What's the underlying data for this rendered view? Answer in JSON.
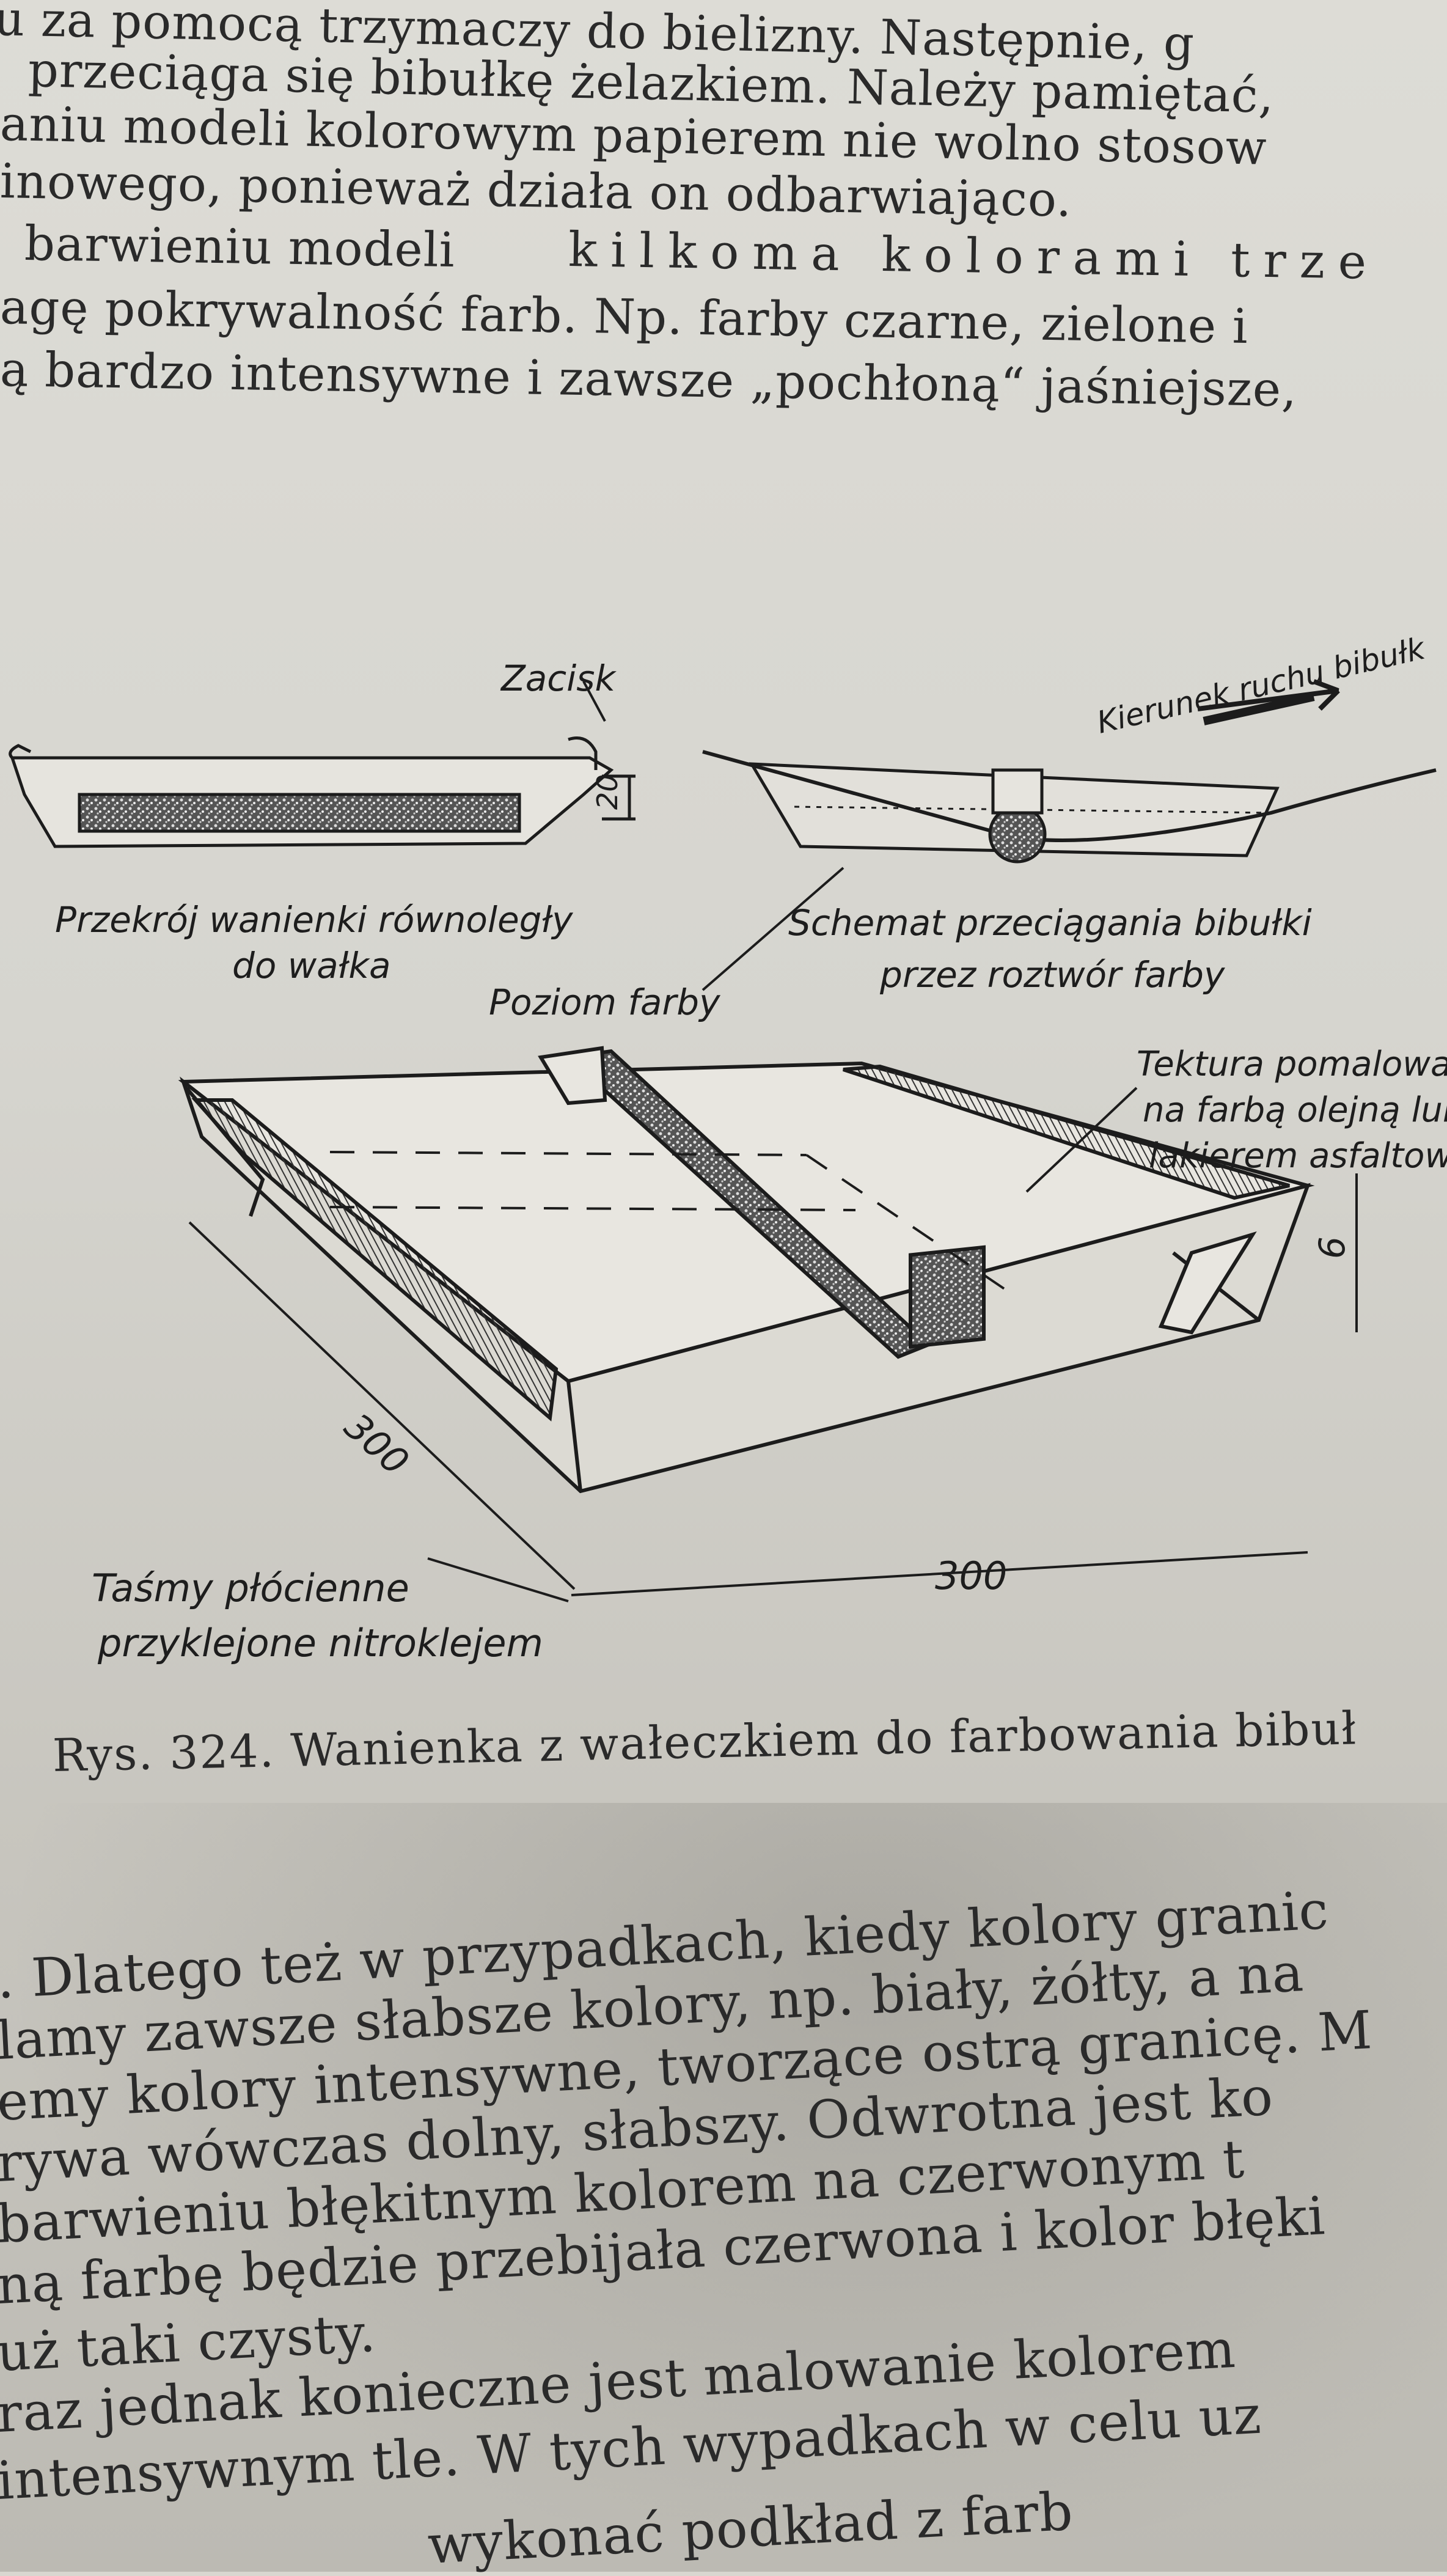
{
  "top_text": [
    "u za pomocą  trzymaczy do bielizny.  Następnie, g",
    "przeciąga się bibułkę żelazkiem. Należy pamiętać, ",
    "aniu modeli kolorowym papierem nie wolno stosow",
    "inowego, ponieważ działa on odbarwiająco.",
    "barwieniu modeli",
    "kilkoma kolorami trze",
    "agę pokrywalność farb. Np. farby czarne, zielone i",
    "ą bardzo intensywne i zawsze „pochłoną“ jaśniejsze, "
  ],
  "figure": {
    "labels": {
      "zacisk": "Zacisk",
      "dim_20": "20",
      "kierunek": "Kierunek ruchu bibułk",
      "przekroj_1": "Przekrój wanienki równoległy",
      "przekroj_2": "do wałka",
      "schemat_1": "Schemat przeciągania bibułki",
      "schemat_2": "przez roztwór farby",
      "poziom": "Poziom farby",
      "tektura_1": "Tektura pomalowa-",
      "tektura_2": "na farbą olejną lub",
      "tektura_3": "lakierem asfaltowy",
      "dim_300_left": "300",
      "dim_6": "6",
      "dim_300_bottom": "300",
      "tasmy_1": "Taśmy płócienne",
      "tasmy_2": "przyklejone nitroklejem"
    }
  },
  "caption": "Rys. 324. Wanienka z wałeczkiem do farbowania bibuł",
  "bottom_text": [
    ". Dlatego też w przypadkach, kiedy kolory granic",
    "lamy zawsze słabsze kolory,  np. biały, żółty, a na",
    "emy kolory intensywne, tworzące ostrą granicę. M",
    "rywa wówczas dolny, słabszy.  Odwrotna jest ko",
    "barwieniu  błękitnym  kolorem na czerwonym t",
    "ną farbę będzie przebijała czerwona i kolor błęki",
    "uż taki czysty.",
    "raz jednak konieczne jest malowanie kolorem ",
    "intensywnym tle. W tych wypadkach w celu uz",
    "wykonać  podkład z farb"
  ]
}
